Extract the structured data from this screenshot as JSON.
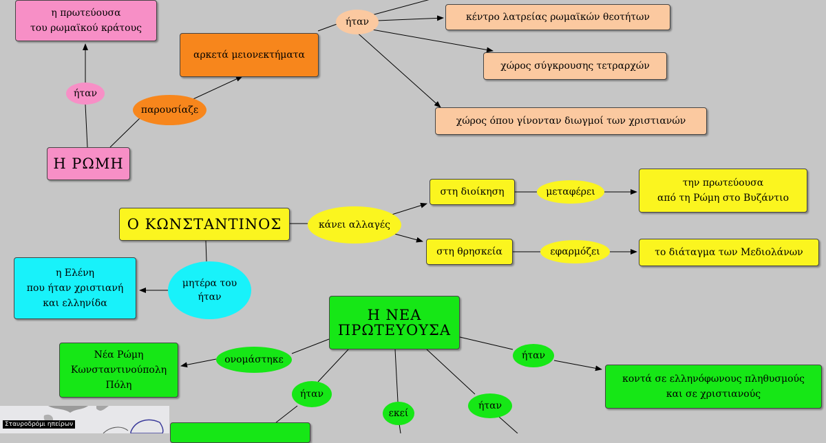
{
  "nodes": {
    "capital_roman": "η πρωτεύουσα\nτου ρωμαϊκού κράτους",
    "disadvantages": "αρκετά μειονεκτήματα",
    "cult_center": "κέντρο λατρείας ρωμαϊκών θεοτήτων",
    "tetrarch_conflict": "χώρος σύγκρουσης τετραρχών",
    "persecutions": "χώρος όπου γίνονταν διωγμοί των χριστιανών",
    "rome": "Η ΡΩΜΗ",
    "constantine": "Ο ΚΩΝΣΤΑΝΤΙΝΟΣ",
    "administration": "στη διοίκηση",
    "moves_capital": "την πρωτεύουσα\nαπό τη Ρώμη στο Βυζάντιο",
    "religion": "στη θρησκεία",
    "milan_edict": "το διάταγμα των Μεδιολάνων",
    "helen": "η Ελένη\nπου ήταν χριστιανή\nκαι ελληνίδα",
    "new_capital": "Η ΝΕΑ\nΠΡΩΤΕΥΟΥΣΑ",
    "new_rome": "Νέα Ρώμη\nΚωνσταντινούπολη\nΠόλη",
    "near_greek": "κοντά σε ελληνόφωνους πληθυσμούς\nκαι σε χριστιανούς"
  },
  "links": {
    "was_rome": "ήταν",
    "presented": "παρουσίαζε",
    "was_top": "ήταν",
    "makes_changes": "κάνει αλλαγές",
    "transfers": "μεταφέρει",
    "applies": "εφαρμόζει",
    "mother_was": "μητέρα του\nήταν",
    "named": "ονομάστηκε",
    "was_left": "ήταν",
    "there": "εκεί",
    "was_mid": "ήταν",
    "was_right": "ήταν"
  },
  "map_inset": {
    "label": "Σταυροδρόμι ηπείρων"
  },
  "colors": {
    "pink": "#f78fc6",
    "orange": "#f7861c",
    "peach": "#fbc9a0",
    "yellow": "#fbf51f",
    "cyan": "#18f2fa",
    "green": "#16e716",
    "background": "#c6c6c6"
  }
}
